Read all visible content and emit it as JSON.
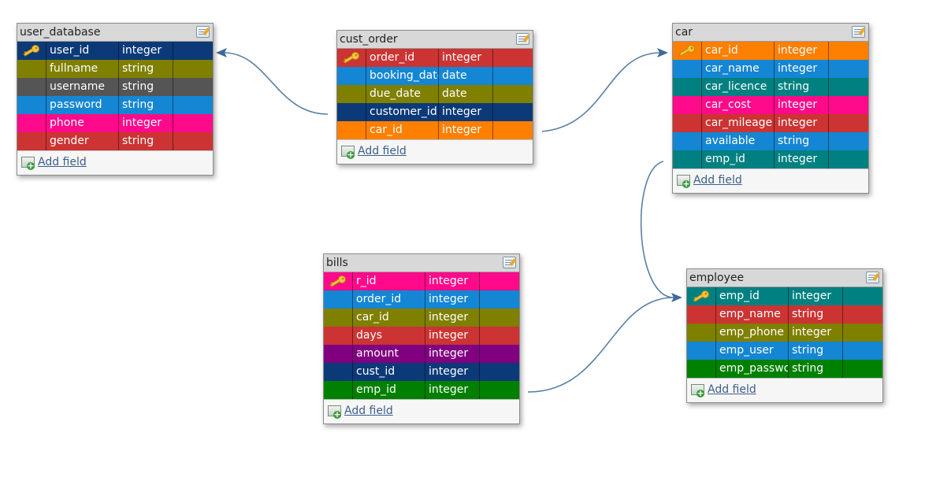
{
  "add_field_label": "Add field",
  "tables": [
    {
      "id": "user_database",
      "title": "user_database",
      "fields": [
        {
          "name": "user_id",
          "type": "integer",
          "color": "#0c3a78",
          "pk": true
        },
        {
          "name": "fullname",
          "type": "string",
          "color": "#7f7f00",
          "pk": false
        },
        {
          "name": "username",
          "type": "string",
          "color": "#555555",
          "pk": false
        },
        {
          "name": "password",
          "type": "string",
          "color": "#1486d4",
          "pk": false
        },
        {
          "name": "phone",
          "type": "integer",
          "color": "#ff0a8a",
          "pk": false
        },
        {
          "name": "gender",
          "type": "string",
          "color": "#cc3333",
          "pk": false
        }
      ]
    },
    {
      "id": "cust_order",
      "title": "cust_order",
      "fields": [
        {
          "name": "order_id",
          "type": "integer",
          "color": "#cc3333",
          "pk": true
        },
        {
          "name": "booking_date",
          "type": "date",
          "color": "#1486d4",
          "pk": false
        },
        {
          "name": "due_date",
          "type": "date",
          "color": "#7f7f00",
          "pk": false
        },
        {
          "name": "customer_id",
          "type": "integer",
          "color": "#0c3a78",
          "pk": false
        },
        {
          "name": "car_id",
          "type": "integer",
          "color": "#ff7f00",
          "pk": false
        }
      ]
    },
    {
      "id": "car",
      "title": "car",
      "fields": [
        {
          "name": "car_id",
          "type": "integer",
          "color": "#ff7f00",
          "pk": true
        },
        {
          "name": "car_name",
          "type": "integer",
          "color": "#1486d4",
          "pk": false
        },
        {
          "name": "car_licence",
          "type": "string",
          "color": "#008080",
          "pk": false
        },
        {
          "name": "car_cost",
          "type": "integer",
          "color": "#ff0a8a",
          "pk": false
        },
        {
          "name": "car_mileage",
          "type": "integer",
          "color": "#cc3333",
          "pk": false
        },
        {
          "name": "available",
          "type": "string",
          "color": "#1486d4",
          "pk": false
        },
        {
          "name": "emp_id",
          "type": "integer",
          "color": "#008080",
          "pk": false
        }
      ]
    },
    {
      "id": "bills",
      "title": "bills",
      "fields": [
        {
          "name": "r_id",
          "type": "integer",
          "color": "#ff0a8a",
          "pk": true
        },
        {
          "name": "order_id",
          "type": "integer",
          "color": "#1486d4",
          "pk": false
        },
        {
          "name": "car_id",
          "type": "integer",
          "color": "#7f7f00",
          "pk": false
        },
        {
          "name": "days",
          "type": "integer",
          "color": "#cc3333",
          "pk": false
        },
        {
          "name": "amount",
          "type": "integer",
          "color": "#800080",
          "pk": false
        },
        {
          "name": "cust_id",
          "type": "integer",
          "color": "#0c3a78",
          "pk": false
        },
        {
          "name": "emp_id",
          "type": "integer",
          "color": "#008000",
          "pk": false
        }
      ]
    },
    {
      "id": "employee",
      "title": "employee",
      "fields": [
        {
          "name": "emp_id",
          "type": "integer",
          "color": "#008080",
          "pk": true
        },
        {
          "name": "emp_name",
          "type": "string",
          "color": "#cc3333",
          "pk": false
        },
        {
          "name": "emp_phone",
          "type": "integer",
          "color": "#7f7f00",
          "pk": false
        },
        {
          "name": "emp_user",
          "type": "string",
          "color": "#1486d4",
          "pk": false
        },
        {
          "name": "emp_password",
          "type": "string",
          "color": "#008000",
          "pk": false
        }
      ]
    }
  ],
  "relations": [
    {
      "from": "cust_order",
      "to": "user_database"
    },
    {
      "from": "cust_order",
      "to": "car"
    },
    {
      "from": "car",
      "to": "employee"
    },
    {
      "from": "bills",
      "to": "employee"
    }
  ],
  "colors": {
    "link": "#5a7fa6",
    "header": "#d8d8d8",
    "link_text": "#3c5f8a"
  }
}
